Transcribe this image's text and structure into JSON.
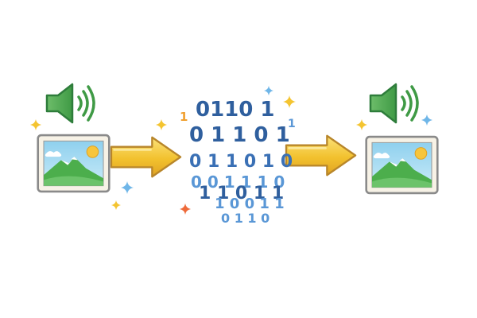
{
  "diagram": {
    "left_icons": [
      "speaker-icon",
      "image-icon"
    ],
    "center_icon": "binary-data-cloud",
    "right_icons": [
      "speaker-icon",
      "image-icon"
    ],
    "arrows": [
      "arrow-right-icon",
      "arrow-right-icon"
    ],
    "binary_rows": [
      "0110 1",
      "0 1 1 0 1",
      "0 1 1 0 1 0",
      "0 0 1 1 1 0",
      "1 1 0 1 1",
      "1 0 0 1 1",
      "0 1 1 0"
    ],
    "stray_bits": [
      "1",
      "1"
    ],
    "colors": {
      "bits_dark": "#2f5f9e",
      "bits_light": "#5a97d6",
      "speaker": "#58a85a",
      "speaker_dark": "#2e7d3b",
      "arrow": "#f2c12e",
      "arrow_dark": "#c9902a",
      "frame": "#8a8a8a",
      "sky": "#8fd0ee",
      "grass": "#4cae4c",
      "sun": "#f7c53b",
      "sparkle_yellow": "#f4c430",
      "sparkle_blue": "#6fb6e8",
      "sparkle_orange": "#ee6a3a"
    }
  }
}
